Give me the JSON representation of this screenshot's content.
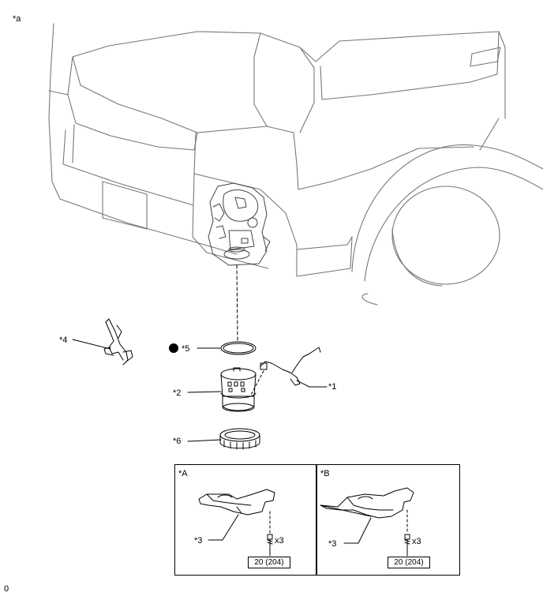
{
  "diagram": {
    "view_label": "*a",
    "figure_code": "0",
    "callouts": {
      "c1": "*1",
      "c2": "*2",
      "c3a": "*3",
      "c3b": "*3",
      "c4": "*4",
      "c5": "*5",
      "c6": "*6",
      "insetA": "*A",
      "insetB": "*B"
    },
    "fasteners": {
      "qty_a": "x3",
      "qty_b": "x3"
    },
    "torque": {
      "a": "20 (204)",
      "b": "20 (204)"
    },
    "legend": {
      "replace_symbol": "filled-circle"
    }
  }
}
